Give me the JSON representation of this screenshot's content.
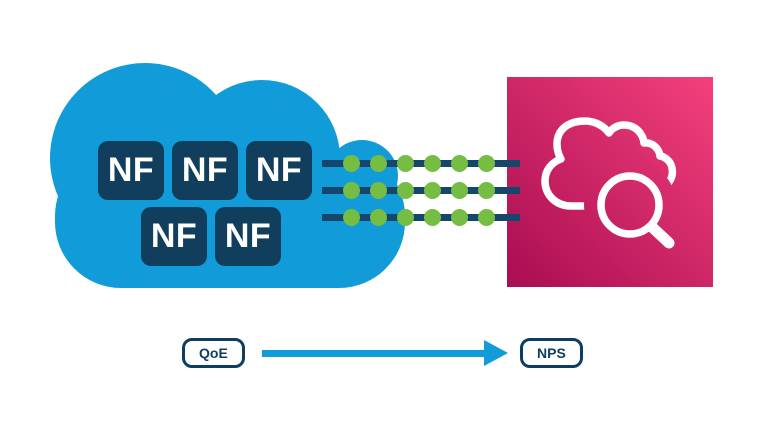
{
  "diagram": {
    "cloud": {
      "color": "#129bd9",
      "box_color": "#113e5c",
      "nf_boxes": [
        "NF",
        "NF",
        "NF",
        "NF",
        "NF"
      ]
    },
    "telemetry": {
      "rows": 3,
      "dots_per_row": 6,
      "line_color": "#15466b",
      "dot_color": "#76bd43"
    },
    "analytics_tile": {
      "icon": "cloud-search-icon",
      "icon_color": "#ffffff",
      "gradient_from": "#a90d51",
      "gradient_to": "#f4407d"
    },
    "flow": {
      "source_label": "QoE",
      "target_label": "NPS",
      "arrow_color": "#129bd9",
      "badge_border_color": "#0d3e5f"
    }
  }
}
